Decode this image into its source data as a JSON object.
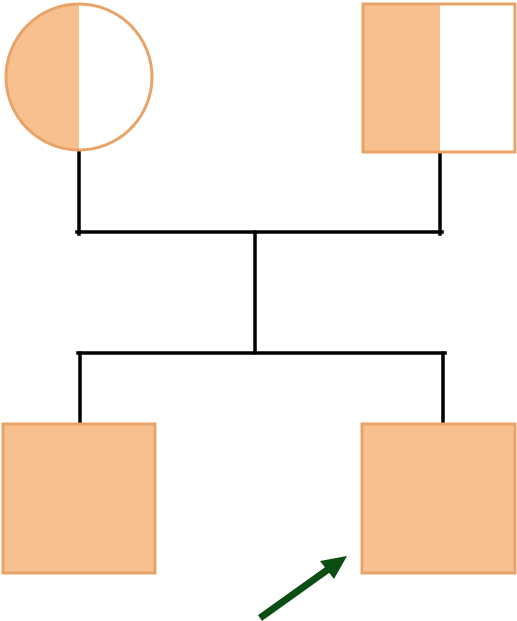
{
  "colors": {
    "affected_fill": "#f8c08f",
    "symbol_stroke": "#e8a468",
    "unaffected_fill": "#ffffff",
    "line": "#000000",
    "arrow": "#0b4d12"
  },
  "individuals": [
    {
      "id": "grandmother",
      "sex": "female",
      "status": "carrier",
      "generation": 1
    },
    {
      "id": "grandfather",
      "sex": "male",
      "status": "carrier",
      "generation": 1
    },
    {
      "id": "son-1",
      "sex": "male",
      "status": "affected",
      "generation": 2
    },
    {
      "id": "son-2",
      "sex": "male",
      "status": "affected",
      "generation": 2,
      "proband": true
    }
  ]
}
